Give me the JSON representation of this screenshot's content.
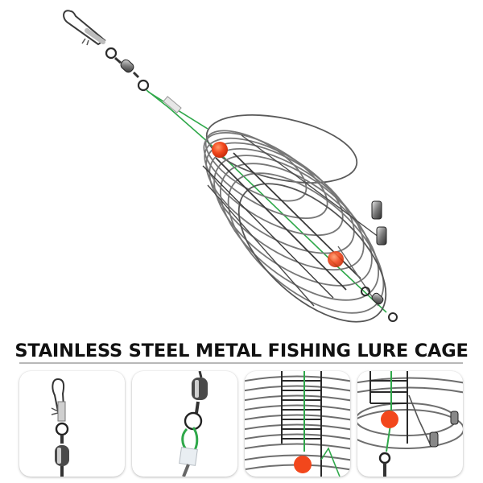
{
  "product": {
    "title": "STAINLESS STEEL METAL FISHING LURE CAGE",
    "hero_image": {
      "depicts": "stainless steel bait feeder cage with snap swivel, green line and orange beads",
      "parts": [
        "snap-clip",
        "barrel-swivel",
        "green-leader-line",
        "orange-bead",
        "wire-cage",
        "spring-weights",
        "bottom-swivel"
      ]
    },
    "detail_panels": [
      {
        "id": "snap-swivel",
        "depicts": "snap clip with barrel swivel"
      },
      {
        "id": "swivel-line-loop",
        "depicts": "barrel swivel with green line loop and crimp sleeve"
      },
      {
        "id": "cage-wire-bead",
        "depicts": "cage wires with green line and red bead"
      },
      {
        "id": "cage-bottom-springs",
        "depicts": "cage bottom with red bead, springs and swivel"
      }
    ]
  },
  "colors": {
    "background": "#ffffff",
    "title_text": "#111111",
    "separator": "#b8b8b8",
    "steel": "#8a8a8a",
    "steel_dark": "#3a3a3a",
    "line_green": "#2fa84a",
    "bead_orange": "#f2471c"
  }
}
